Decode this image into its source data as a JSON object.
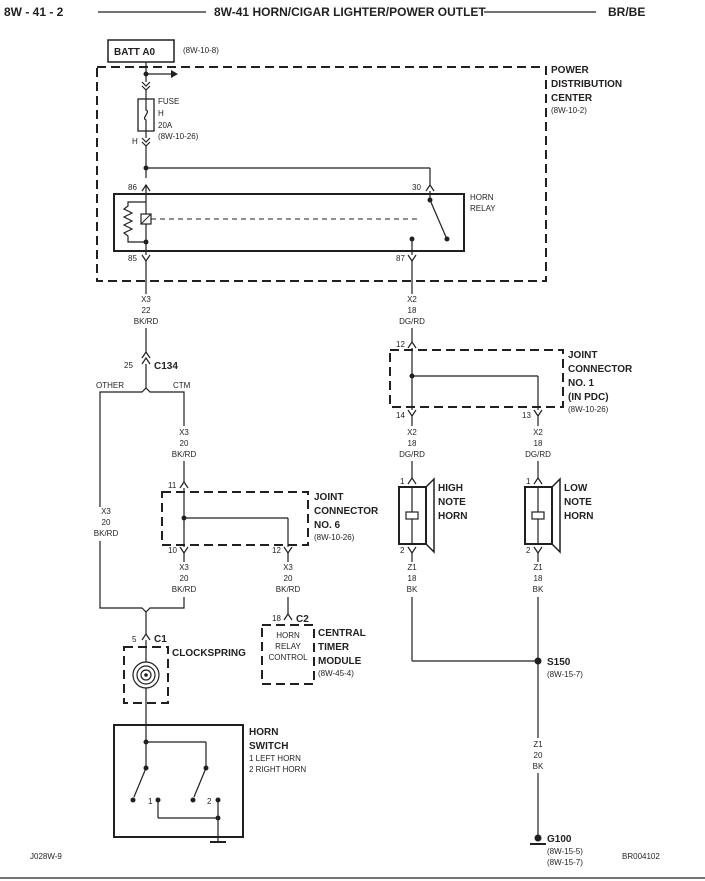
{
  "header": {
    "page_number": "8W - 41 - 2",
    "title": "8W-41 HORN/CIGAR LIGHTER/POWER OUTLET",
    "model": "BR/BE"
  },
  "batt": {
    "label": "BATT A0",
    "ref": "(8W-10-8)"
  },
  "pdc": {
    "line1": "POWER",
    "line2": "DISTRIBUTION",
    "line3": "CENTER",
    "ref": "(8W-10-2)"
  },
  "fuse": {
    "line1": "FUSE",
    "line2": "H",
    "line3": "20A",
    "line4": "(8W-10-26)",
    "pin": "H"
  },
  "horn_relay": {
    "line1": "HORN",
    "line2": "RELAY",
    "pin86": "86",
    "pin30": "30",
    "pin85": "85",
    "pin87": "87"
  },
  "wires": {
    "x3_22": {
      "circuit": "X3",
      "gauge": "22",
      "color": "BK/RD"
    },
    "x2_18_top": {
      "circuit": "X2",
      "gauge": "18",
      "color": "DG/RD"
    },
    "x3_20_ctm": {
      "circuit": "X3",
      "gauge": "20",
      "color": "BK/RD"
    },
    "x3_20_other": {
      "circuit": "X3",
      "gauge": "20",
      "color": "BK/RD"
    },
    "x3_20_c2": {
      "circuit": "X3",
      "gauge": "20",
      "color": "BK/RD"
    },
    "x3_20_jc6bot": {
      "circuit": "X3",
      "gauge": "20",
      "color": "BK/RD"
    },
    "x2_18_high": {
      "circuit": "X2",
      "gauge": "18",
      "color": "DG/RD"
    },
    "x2_18_low": {
      "circuit": "X2",
      "gauge": "18",
      "color": "DG/RD"
    },
    "z1_18_high": {
      "circuit": "Z1",
      "gauge": "18",
      "color": "BK"
    },
    "z1_18_low": {
      "circuit": "Z1",
      "gauge": "18",
      "color": "BK"
    },
    "z1_20": {
      "circuit": "Z1",
      "gauge": "20",
      "color": "BK"
    }
  },
  "c134": {
    "pin": "25",
    "label": "C134",
    "branch_other": "OTHER",
    "branch_ctm": "CTM"
  },
  "jc1": {
    "line1": "JOINT",
    "line2": "CONNECTOR",
    "line3": "NO. 1",
    "line4": "(IN PDC)",
    "ref": "(8W-10-26)",
    "pin_top": "12",
    "pin_left": "14",
    "pin_right": "13"
  },
  "jc6": {
    "line1": "JOINT",
    "line2": "CONNECTOR",
    "line3": "NO. 6",
    "ref": "(8W-10-26)",
    "pin_top": "11",
    "pin_left": "10",
    "pin_right": "12"
  },
  "high_horn": {
    "line1": "HIGH",
    "line2": "NOTE",
    "line3": "HORN",
    "pin1": "1",
    "pin2": "2"
  },
  "low_horn": {
    "line1": "LOW",
    "line2": "NOTE",
    "line3": "HORN",
    "pin1": "1",
    "pin2": "2"
  },
  "c2": {
    "pin": "18",
    "label": "C2",
    "inner1": "HORN",
    "inner2": "RELAY",
    "inner3": "CONTROL"
  },
  "ctm": {
    "line1": "CENTRAL",
    "line2": "TIMER",
    "line3": "MODULE",
    "ref": "(8W-45-4)"
  },
  "c1": {
    "pin": "5",
    "label": "C1"
  },
  "clockspring": {
    "label": "CLOCKSPRING"
  },
  "horn_switch": {
    "line1": "HORN",
    "line2": "SWITCH",
    "line3": "1 LEFT HORN",
    "line4": "2 RIGHT HORN",
    "contact1": "1",
    "contact2": "2"
  },
  "s150": {
    "label": "S150",
    "ref": "(8W-15-7)"
  },
  "g100": {
    "label": "G100",
    "ref1": "(8W-15-5)",
    "ref2": "(8W-15-7)"
  },
  "footer": {
    "left_code": "J028W-9",
    "right_code": "BR004102"
  }
}
